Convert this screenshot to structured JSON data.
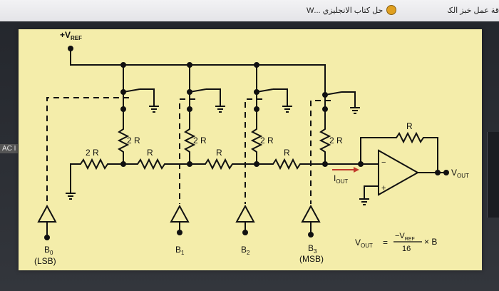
{
  "browser": {
    "tabs": [
      {
        "label": "حل كتاب الانجليزي ...W"
      },
      {
        "label": "قة عمل خبز الكي..."
      }
    ]
  },
  "screen": {
    "left_edge_label": "AC I"
  },
  "circuit": {
    "supply_label": "+V",
    "supply_sub": "REF",
    "ladder_labels": {
      "series_r": "R",
      "shunt_2r": "2 R",
      "termination_2r": "2 R",
      "feedback_r": "R"
    },
    "current_label": "I",
    "current_sub": "OUT",
    "opamp": {
      "minus": "−",
      "plus": "+"
    },
    "output_label": "V",
    "output_sub": "OUT",
    "inputs": [
      {
        "bit": "B",
        "sub": "0",
        "note": "(LSB)"
      },
      {
        "bit": "B",
        "sub": "1",
        "note": ""
      },
      {
        "bit": "B",
        "sub": "2",
        "note": ""
      },
      {
        "bit": "B",
        "sub": "3",
        "note": "(MSB)"
      }
    ],
    "formula": {
      "lhs": "V",
      "lhs_sub": "OUT",
      "equals": "=",
      "numerator": "−V",
      "numerator_sub": "REF",
      "denominator": "16",
      "times": "× B"
    }
  }
}
